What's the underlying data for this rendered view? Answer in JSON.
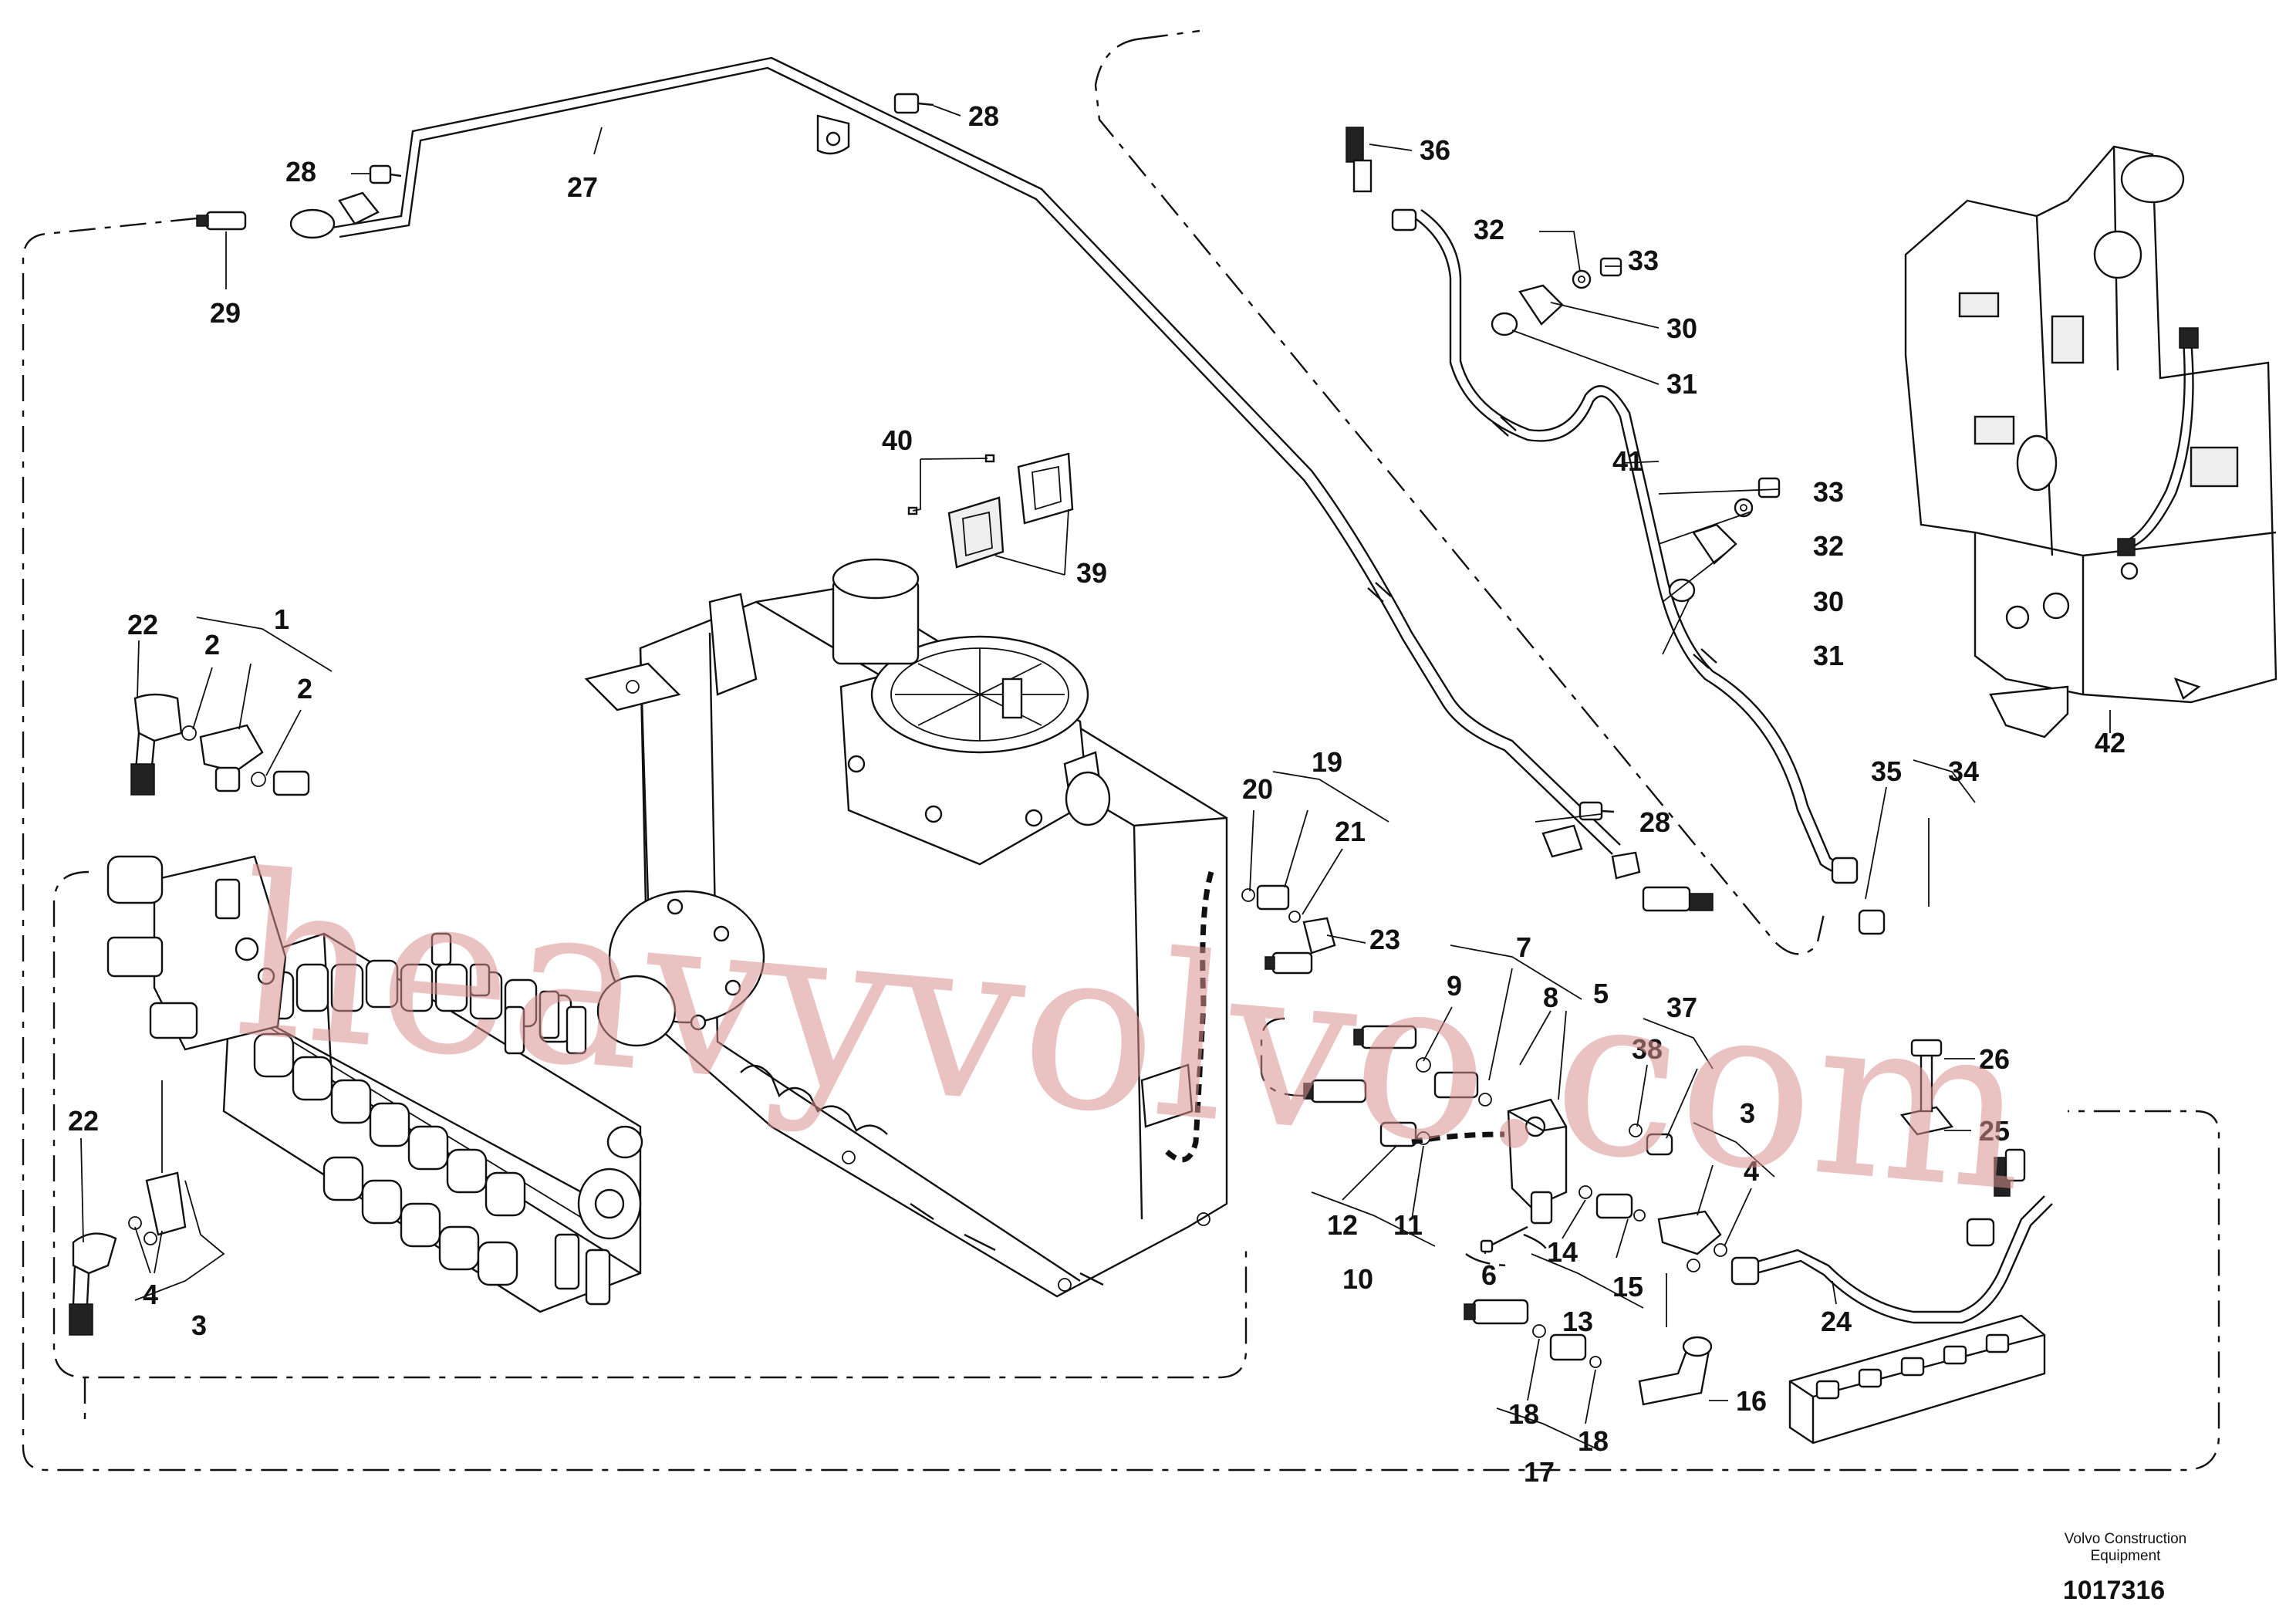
{
  "callouts": {
    "c1": "1",
    "c2a": "2",
    "c2b": "2",
    "c3a": "3",
    "c3b": "3",
    "c4a": "4",
    "c4b": "4",
    "c5": "5",
    "c6": "6",
    "c7": "7",
    "c8": "8",
    "c9": "9",
    "c10": "10",
    "c11": "11",
    "c12": "12",
    "c13": "13",
    "c14": "14",
    "c15": "15",
    "c16": "16",
    "c17": "17",
    "c18a": "18",
    "c18b": "18",
    "c19": "19",
    "c20": "20",
    "c21": "21",
    "c22a": "22",
    "c22b": "22",
    "c23": "23",
    "c24": "24",
    "c25": "25",
    "c26": "26",
    "c27": "27",
    "c28a": "28",
    "c28b": "28",
    "c28c": "28",
    "c29": "29",
    "c30a": "30",
    "c30b": "30",
    "c31a": "31",
    "c31b": "31",
    "c32a": "32",
    "c32b": "32",
    "c33a": "33",
    "c33b": "33",
    "c34": "34",
    "c35": "35",
    "c36": "36",
    "c37": "37",
    "c38": "38",
    "c39": "39",
    "c40": "40",
    "c41": "41",
    "c42": "42"
  },
  "footer": {
    "brand_line1": "Volvo Construction",
    "brand_line2": "Equipment",
    "doc_number": "1017316"
  },
  "watermark": "heavyvolvo.com"
}
